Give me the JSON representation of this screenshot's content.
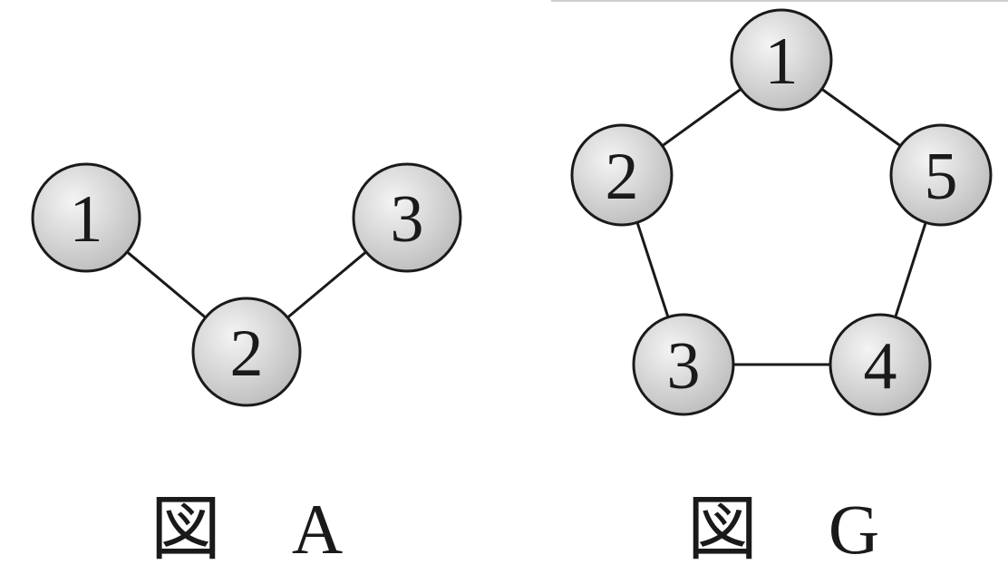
{
  "graphs": [
    {
      "caption": "図　A",
      "nodes": [
        "1",
        "2",
        "3"
      ],
      "edges": [
        [
          "1",
          "2"
        ],
        [
          "2",
          "3"
        ]
      ]
    },
    {
      "caption": "図　G",
      "nodes": [
        "1",
        "2",
        "3",
        "4",
        "5"
      ],
      "edges": [
        [
          "1",
          "2"
        ],
        [
          "1",
          "5"
        ],
        [
          "2",
          "3"
        ],
        [
          "3",
          "4"
        ],
        [
          "4",
          "5"
        ]
      ]
    }
  ],
  "colors": {
    "node_fill_light": "#f4f4f4",
    "node_fill_dark": "#bdbdbd",
    "stroke": "#1a1a1a"
  }
}
